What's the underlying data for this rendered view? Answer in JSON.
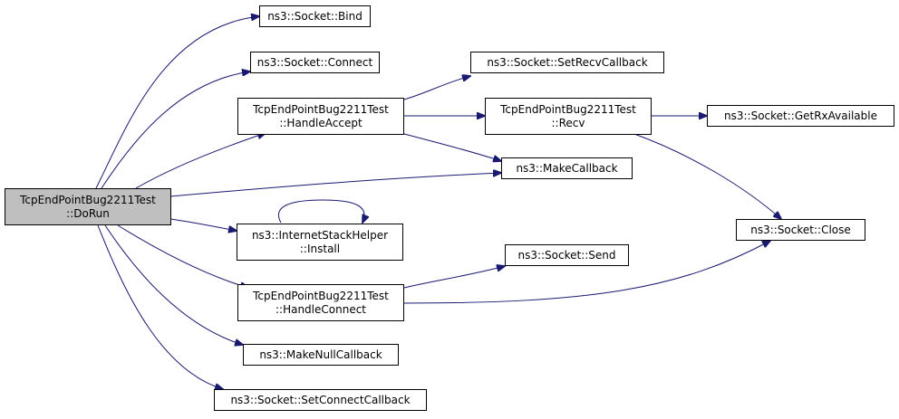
{
  "colors": {
    "edge": "#191970",
    "node_border": "#000000",
    "node_fill": "#ffffff",
    "root_fill": "#bfbfbf"
  },
  "nodes": {
    "root": {
      "line1": "TcpEndPointBug2211Test",
      "line2": "::DoRun"
    },
    "bind": {
      "line1": "ns3::Socket::Bind"
    },
    "connect": {
      "line1": "ns3::Socket::Connect"
    },
    "handle_accept": {
      "line1": "TcpEndPointBug2211Test",
      "line2": "::HandleAccept"
    },
    "set_recv_callback": {
      "line1": "ns3::Socket::SetRecvCallback"
    },
    "recv": {
      "line1": "TcpEndPointBug2211Test",
      "line2": "::Recv"
    },
    "get_rx_available": {
      "line1": "ns3::Socket::GetRxAvailable"
    },
    "make_callback": {
      "line1": "ns3::MakeCallback"
    },
    "close": {
      "line1": "ns3::Socket::Close"
    },
    "install": {
      "line1": "ns3::InternetStackHelper",
      "line2": "::Install"
    },
    "send": {
      "line1": "ns3::Socket::Send"
    },
    "handle_connect": {
      "line1": "TcpEndPointBug2211Test",
      "line2": "::HandleConnect"
    },
    "make_null_callback": {
      "line1": "ns3::MakeNullCallback"
    },
    "set_connect_callback": {
      "line1": "ns3::Socket::SetConnectCallback"
    }
  }
}
